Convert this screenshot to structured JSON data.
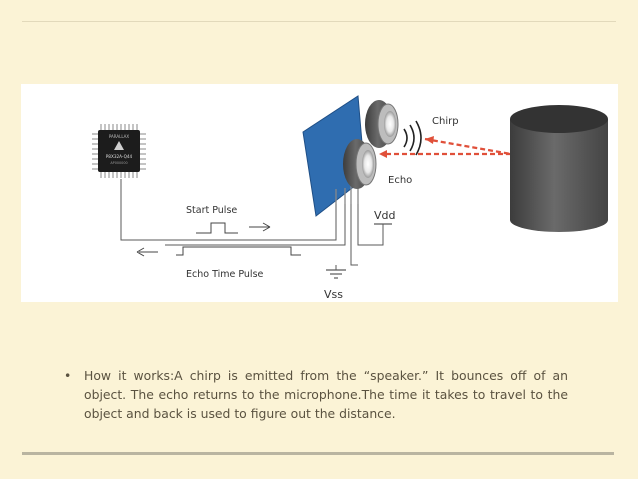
{
  "diagram": {
    "chip_label_top": "PARALLAX",
    "chip_label_main": "P8X32A-Q44",
    "chip_label_sub": "AP000000",
    "label_chirp": "Chirp",
    "label_echo": "Echo",
    "label_vdd": "Vdd",
    "label_vss": "Vss",
    "label_start_pulse": "Start Pulse",
    "label_echo_time_pulse": "Echo Time Pulse",
    "colors": {
      "sensor_board": "#2f6db0",
      "chirp_arrow": "#e0503a",
      "object": "#555555",
      "wires": "#5a5a5a"
    }
  },
  "caption": {
    "bullet": "•",
    "text": "How it works:A chirp is emitted from the “speaker.” It bounces off of an object. The echo returns to the microphone.The time it takes to travel to the object and back is used to figure out the distance."
  }
}
